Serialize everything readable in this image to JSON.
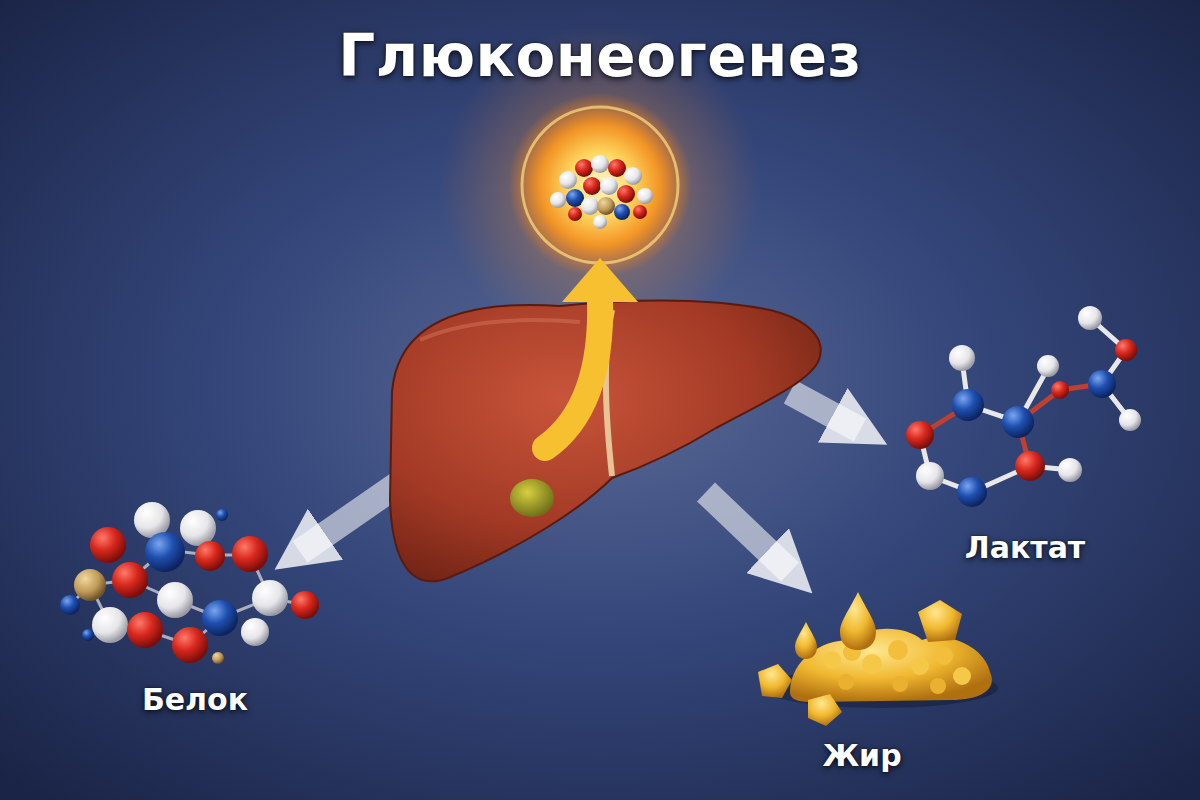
{
  "diagram": {
    "title": "Глюконеогенез",
    "labels": [
      "Белок",
      "Лактат",
      "Жир"
    ]
  }
}
